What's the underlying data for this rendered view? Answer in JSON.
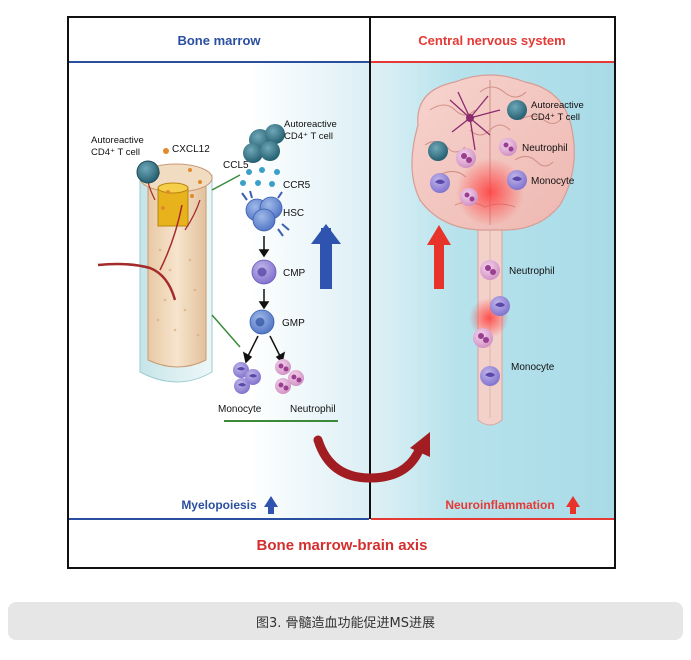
{
  "panels": {
    "left_title": "Bone marrow",
    "right_title": "Central nervous system",
    "bottom_title": "Bone marrow-brain axis"
  },
  "footers": {
    "left": "Myelopoiesis",
    "right": "Neuroinflammation"
  },
  "labels": {
    "bone_autoreactive_line1": "Autoreactive",
    "bone_autoreactive_line2": "CD4⁺ T cell",
    "cxcl12": "CXCL12",
    "top_autoreactive_line1": "Autoreactive",
    "top_autoreactive_line2": "CD4⁺ T cell",
    "ccl5": "CCL5",
    "ccr5": "CCR5",
    "hsc": "HSC",
    "cmp": "CMP",
    "gmp": "GMP",
    "monocyte_left": "Monocyte",
    "neutrophil_left": "Neutrophil",
    "brain_autoreactive_line1": "Autoreactive",
    "brain_autoreactive_line2": "CD4⁺ T cell",
    "brain_neutrophil": "Neutrophil",
    "brain_monocyte": "Monocyte",
    "cord_neutrophil": "Neutrophil",
    "cord_monocyte": "Monocyte"
  },
  "colors": {
    "left_accent": "#2b4fa0",
    "right_accent": "#e53935",
    "up_blue": "#2f54b0",
    "up_red": "#e8332a",
    "curve_arrow": "#a11d22",
    "green_line": "#3a8a3a",
    "bg_blue": "#a9dce8"
  },
  "caption": "图3. 骨髓造血功能促进MS进展"
}
